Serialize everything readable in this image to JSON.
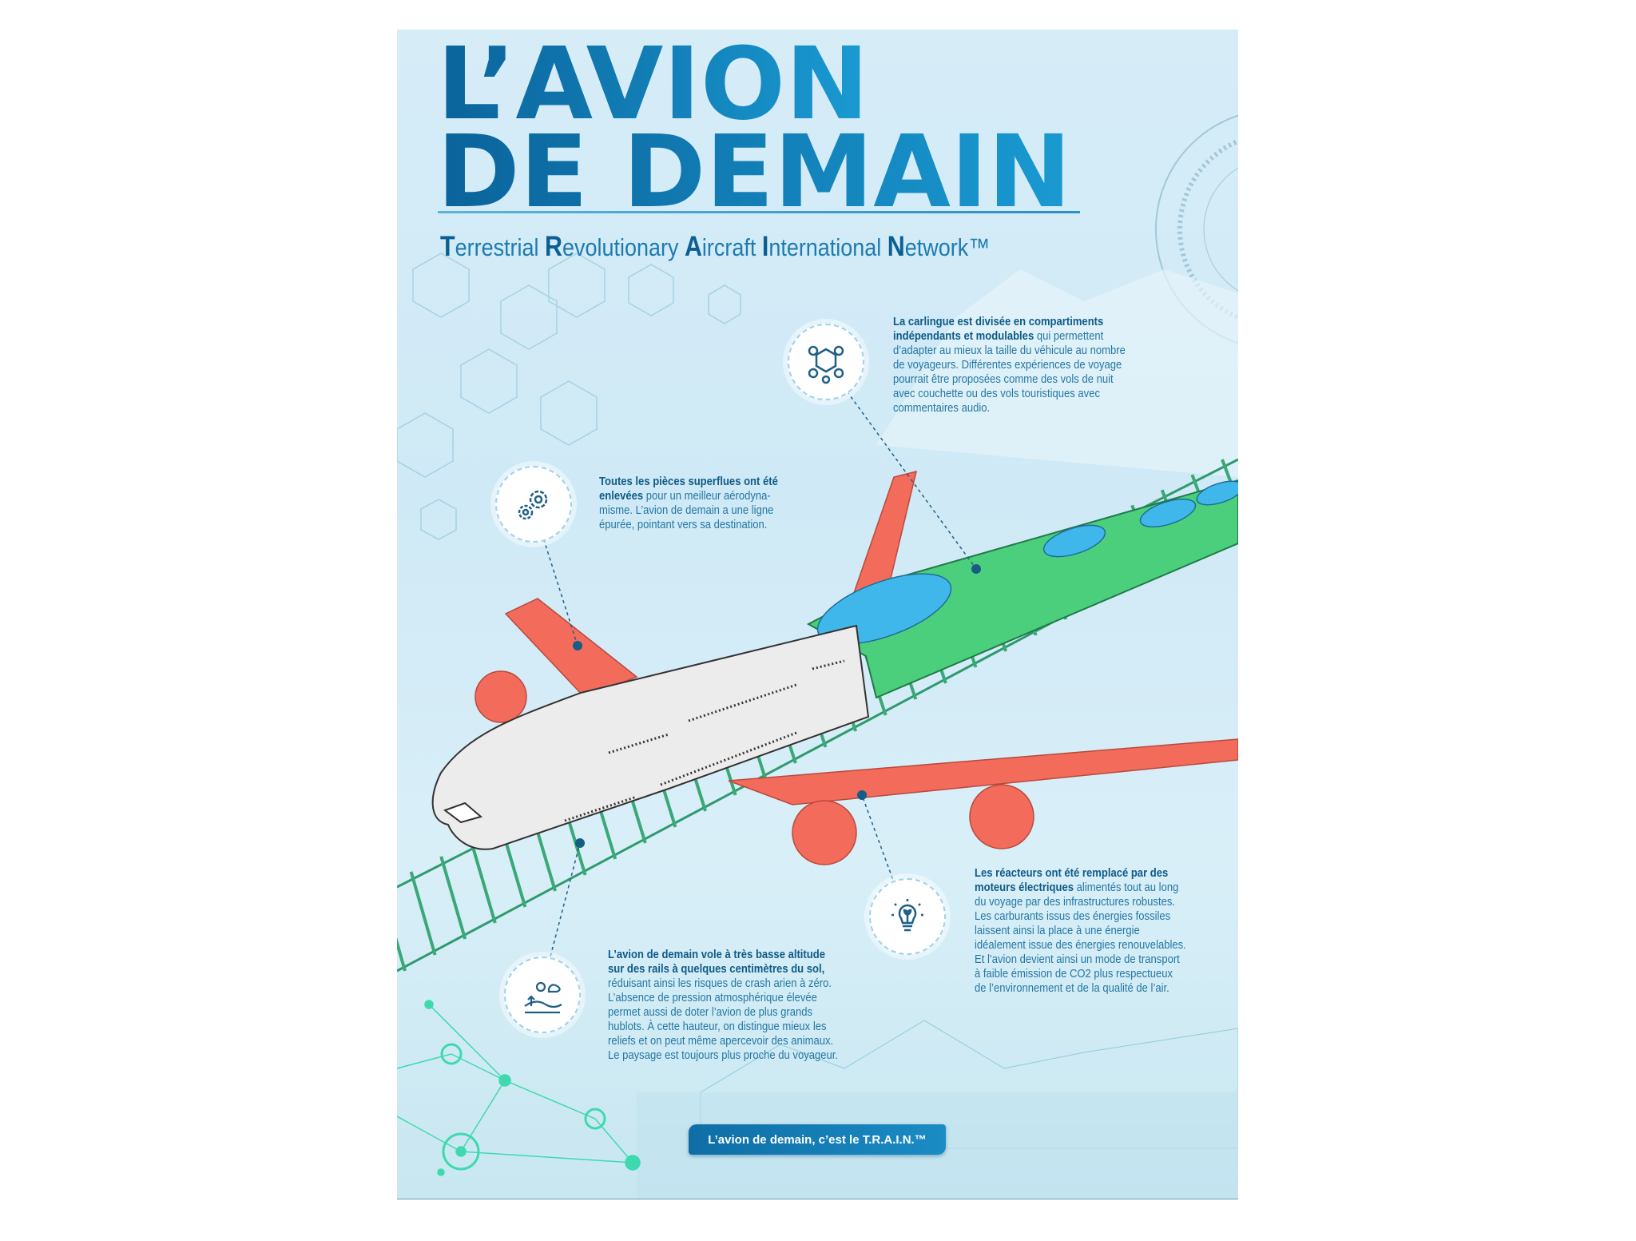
{
  "title": {
    "line1": "L’AVION",
    "line2": "DE DEMAIN"
  },
  "subtitle": [
    {
      "initial": "T",
      "rest": "errestrial "
    },
    {
      "initial": "R",
      "rest": "evolutionary "
    },
    {
      "initial": "A",
      "rest": "ircraft "
    },
    {
      "initial": "I",
      "rest": "nternational "
    },
    {
      "initial": "N",
      "rest": "etwork™"
    }
  ],
  "blocks": [
    {
      "id": "cabin",
      "icon": "modules-hexagon-icon",
      "lines": [
        {
          "b": "La carlingue est divisée en compartiments",
          "t": ""
        },
        {
          "b": "indépendants et modulables",
          "t": " qui permettent"
        },
        {
          "b": "",
          "t": "d’adapter au mieux la taille du véhicule au nombre"
        },
        {
          "b": "",
          "t": "de voyageurs. Différentes expériences de voyage"
        },
        {
          "b": "",
          "t": "pourrait être proposées comme des vols de nuit"
        },
        {
          "b": "",
          "t": "avec couchette ou des vols touristiques avec"
        },
        {
          "b": "",
          "t": "commentaires audio."
        }
      ]
    },
    {
      "id": "parts",
      "icon": "gears-icon",
      "lines": [
        {
          "b": "Toutes les pièces superflues ont été",
          "t": ""
        },
        {
          "b": "enlevées",
          "t": " pour un meilleur aérodyna-"
        },
        {
          "b": "",
          "t": "misme. L’avion de demain a une ligne"
        },
        {
          "b": "",
          "t": "épurée, pointant vers sa destination."
        }
      ]
    },
    {
      "id": "altitude",
      "icon": "landscape-icon",
      "lines": [
        {
          "b": "L’avion de demain vole à très basse altitude",
          "t": ""
        },
        {
          "b": "sur des rails à quelques centimètres du sol,",
          "t": ""
        },
        {
          "b": "",
          "t": "réduisant ainsi les risques de crash arien à zéro."
        },
        {
          "b": "",
          "t": "L’absence de pression atmosphérique élevée"
        },
        {
          "b": "",
          "t": "permet aussi de doter l’avion de plus grands"
        },
        {
          "b": "",
          "t": "hublots. À cette hauteur, on distingue mieux les"
        },
        {
          "b": "",
          "t": "reliefs et on peut même apercevoir des animaux."
        },
        {
          "b": "",
          "t": "Le paysage est toujours plus proche du voyageur."
        }
      ]
    },
    {
      "id": "engines",
      "icon": "lightbulb-leaf-icon",
      "lines": [
        {
          "b": "Les réacteurs ont été remplacé par des",
          "t": ""
        },
        {
          "b": "moteurs électriques",
          "t": " alimentés tout au long"
        },
        {
          "b": "",
          "t": "du voyage par des infrastructures robustes."
        },
        {
          "b": "",
          "t": "Les carburants issus des énergies fossiles"
        },
        {
          "b": "",
          "t": "laissent ainsi la place à une énergie"
        },
        {
          "b": "",
          "t": "idéalement issue des énergies renouvelables."
        },
        {
          "b": "",
          "t": "Et l’avion devient ainsi un mode de transport"
        },
        {
          "b": "",
          "t": "à faible émission de CO2 plus respectueux"
        },
        {
          "b": "",
          "t": "de l’environnement et de la qualité de l’air."
        }
      ]
    }
  ],
  "cta": "L’avion de demain, c’est le T.R.A.I.N.™",
  "colors": {
    "title": "#1384bd",
    "text": "#2577a3",
    "fuselage": "#ececec",
    "cabin": "#4ccf7c",
    "wings": "#f26b5b",
    "windows": "#3fb7ea",
    "rails": "#2f9a6e"
  }
}
